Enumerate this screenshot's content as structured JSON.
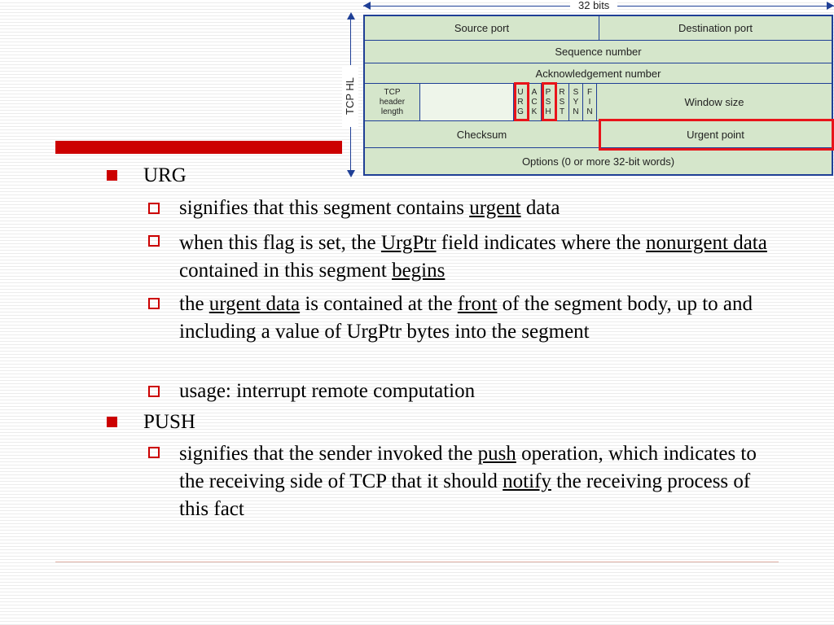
{
  "diagram": {
    "bits_label": "32 bits",
    "hl_label": "TCP HL",
    "fields": {
      "source_port": "Source port",
      "destination_port": "Destination port",
      "sequence_number": "Sequence number",
      "acknowledgement_number": "Acknowledgement number",
      "header_length": {
        "line1": "TCP",
        "line2": "header",
        "line3": "length"
      },
      "flags": [
        {
          "c1": "U",
          "c2": "R",
          "c3": "G"
        },
        {
          "c1": "A",
          "c2": "C",
          "c3": "K"
        },
        {
          "c1": "P",
          "c2": "S",
          "c3": "H"
        },
        {
          "c1": "R",
          "c2": "S",
          "c3": "T"
        },
        {
          "c1": "S",
          "c2": "Y",
          "c3": "N"
        },
        {
          "c1": "F",
          "c2": "I",
          "c3": "N"
        }
      ],
      "window_size": "Window size",
      "checksum": "Checksum",
      "urgent_point": "Urgent point",
      "options": "Options (0 or more 32-bit words)"
    },
    "colors": {
      "border": "#1f3f96",
      "fill": "#d5e6cb",
      "highlight": "#e8141a"
    }
  },
  "bullets": {
    "urg": {
      "label": "URG",
      "items": [
        {
          "a": "signifies that this segment contains ",
          "u1": "urgent",
          "b": " data"
        },
        {
          "a": "when this flag is set, the ",
          "u1": "UrgPtr",
          "b": " field indicates where the ",
          "u2": "nonurgent data",
          "c": " contained in this segment ",
          "u3": "begins"
        },
        {
          "a": "the ",
          "u1": "urgent data",
          "b": " is contained at the ",
          "u2": "front",
          "c": " of the segment body, up to and including a value of UrgPtr bytes into the segment"
        },
        {
          "a": "usage: interrupt remote computation"
        }
      ]
    },
    "push": {
      "label": "PUSH",
      "items": [
        {
          "a": "signifies that the sender invoked the ",
          "u1": "push",
          "b": " operation, which indicates to the receiving side of TCP that it should ",
          "u2": "notify",
          "c": " the receiving process of this fact"
        }
      ]
    }
  },
  "colors": {
    "accent": "#cc0000"
  }
}
